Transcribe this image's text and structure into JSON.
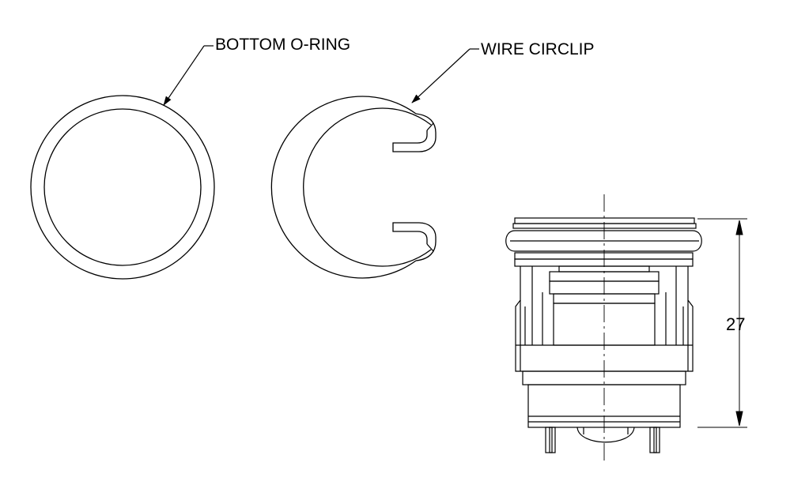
{
  "labels": {
    "bottom_oring": "BOTTOM O-RING",
    "wire_circlip": "WIRE CIRCLIP",
    "height_dimension": "27"
  },
  "colors": {
    "line": "#000000",
    "background": "#ffffff"
  }
}
